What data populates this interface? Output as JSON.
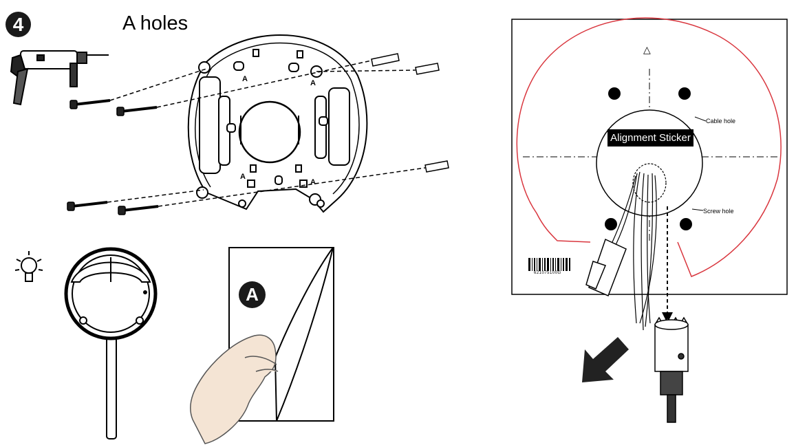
{
  "step": {
    "number": "4",
    "title": "A holes"
  },
  "sticker": {
    "title": "Alignment Sticker",
    "cable_hole_label": "Cable hole",
    "screw_hole_label": "Screw hole",
    "barcode_number": "621075100G",
    "triangle_mark": "△"
  },
  "peel_illustration": {
    "marker_letter": "A"
  },
  "mount_plate": {
    "hole_marks": [
      "A",
      "A",
      "A",
      "A"
    ]
  },
  "icons": [
    "power-drill-icon",
    "tip-lightbulb-icon",
    "hole-saw-bit-icon",
    "direction-arrow-icon",
    "barcode-icon"
  ],
  "colors": {
    "sticker_outline": "#d9363e",
    "ink": "#1a1a1a"
  }
}
